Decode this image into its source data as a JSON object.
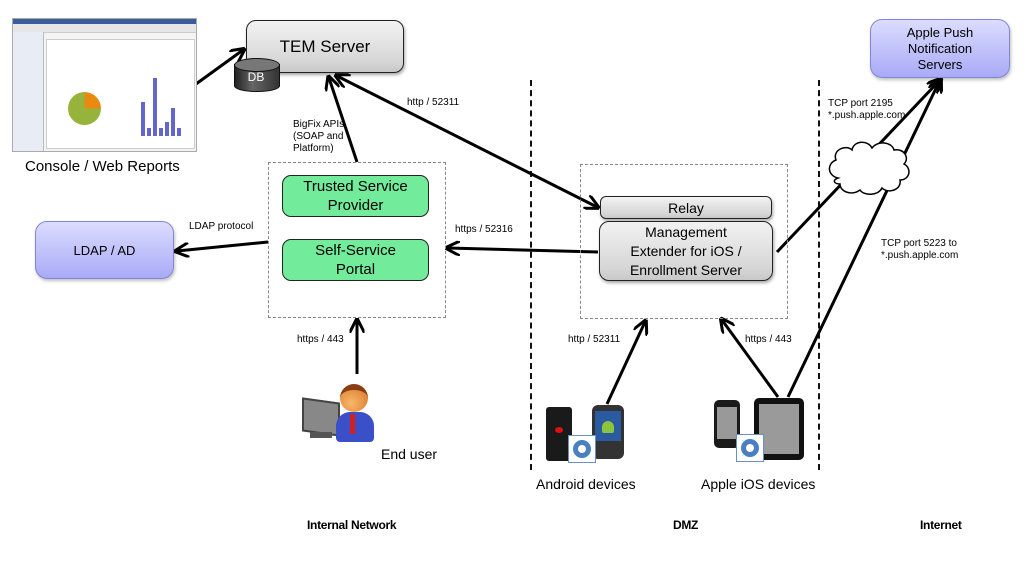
{
  "nodes": {
    "console": {
      "label": "Console / Web Reports"
    },
    "tem_server": {
      "label": "TEM Server",
      "db_label": "DB"
    },
    "apns": {
      "label_lines": [
        "Apple Push",
        "Notification",
        "Servers"
      ]
    },
    "ldap": {
      "label": "LDAP / AD"
    },
    "trusted_service_provider": {
      "label_lines": [
        "Trusted Service",
        "Provider"
      ]
    },
    "self_service_portal": {
      "label_lines": [
        "Self-Service",
        "Portal"
      ]
    },
    "relay": {
      "label": "Relay"
    },
    "management_extender": {
      "label_lines": [
        "Management",
        "Extender for iOS /",
        "Enrollment Server"
      ]
    },
    "end_user": {
      "label": "End user"
    },
    "android_devices": {
      "label": "Android devices"
    },
    "apple_devices": {
      "label": "Apple iOS devices"
    }
  },
  "edges": {
    "bigfix_apis": {
      "label_lines": [
        "BigFix APIs",
        "(SOAP and",
        "Platform)"
      ]
    },
    "http_52311_top": {
      "label": "http / 52311"
    },
    "https_52316": {
      "label": "https / 52316"
    },
    "ldap_protocol": {
      "label": "LDAP protocol"
    },
    "https_443_user": {
      "label": "https / 443"
    },
    "http_52311_android": {
      "label": "http / 52311"
    },
    "https_443_ios": {
      "label": "https / 443"
    },
    "tcp_2195": {
      "label_lines": [
        "TCP  port 2195",
        "*.push.apple.com"
      ]
    },
    "tcp_5223": {
      "label_lines": [
        "TCP  port 5223 to",
        "*.push.apple.com"
      ]
    }
  },
  "zones": [
    {
      "label": "Internal Network"
    },
    {
      "label": "DMZ"
    },
    {
      "label": "Internet"
    }
  ],
  "colors": {
    "green": "#72ec9a",
    "blue_top": "#dcdcff",
    "blue_bottom": "#a8aaf6",
    "gray": "#d6d6d6"
  }
}
